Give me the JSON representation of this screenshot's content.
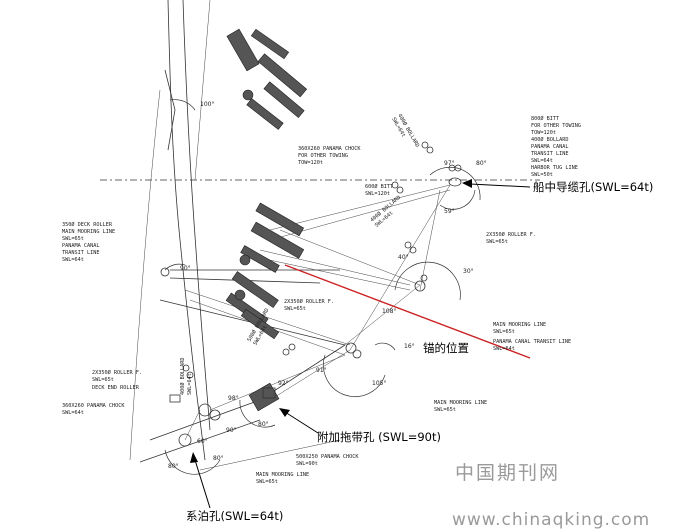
{
  "annotations_cn": {
    "center_fairlead": "船中导缆孔(SWL=64t)",
    "anchor_position": "锚的位置",
    "extra_tow_hole": "附加拖带孔 (SWL=90t)",
    "mooring_hole": "系泊孔(SWL=64t)"
  },
  "labels": {
    "bitt_800": [
      "800Ø BITT",
      "FOR OTHER TOWING",
      "TOW=120t",
      "400Ø BOLLARD",
      "PANAMA CANAL",
      "TRANSIT LINE",
      "SWL=64t",
      "HARBOR TUG LINE",
      "SWL=50t"
    ],
    "chock_360_top": [
      "360X260 PANAMA CHOCK",
      "FOR OTHER TOWING",
      "TOW=120t"
    ],
    "bitt_600": [
      "600Ø BITT",
      "SWL=120t"
    ],
    "bollard_400_top": [
      "400Ø BOLLARD",
      "SWL=64t"
    ],
    "bollard_400_mid": [
      "400Ø BOLLARD",
      "SWL=64t"
    ],
    "roller_2x350_right": [
      "2X350Ø ROLLER F.",
      "SWL=65t"
    ],
    "deck_roller": [
      "350Ø DECK ROLLER",
      "MAIN MOORING LINE",
      "SWL=65t",
      "PANAMA CANAL",
      "TRANSIT LINE",
      "SWL=64t"
    ],
    "roller_2x350_mid": [
      "2X350Ø ROLLER F.",
      "SWL=65t"
    ],
    "main_mooring_right": [
      "MAIN MOORING LINE",
      "SWL=65t",
      "PANAMA CANAL TRANSIT LINE",
      "SWL=64t"
    ],
    "bollard_500": [
      "500Ø BOLLARD",
      "SWL=64t"
    ],
    "bollard_400_low": [
      "400Ø BOLLARD",
      "SWL=64t"
    ],
    "roller_2x350_left": [
      "2X350Ø ROLLER F.",
      "SWL=65t",
      "DECK END ROLLER"
    ],
    "chock_360_left": [
      "360X260 PANAMA CHOCK",
      "SWL=64t"
    ],
    "main_mooring_bottom": [
      "MAIN MOORING LINE",
      "SWL=65t"
    ],
    "chock_500": [
      "500X250 PANAMA CHOCK",
      "SWL=90t"
    ],
    "main_mooring_lowest": [
      "MAIN MOORING LINE",
      "SWL=65t"
    ]
  },
  "angles": [
    "100°",
    "97°",
    "80°",
    "59°",
    "30°",
    "40°",
    "108°",
    "16°",
    "91°",
    "105°",
    "90°",
    "98°",
    "92°",
    "80°",
    "60°",
    "90°",
    "80°",
    "80°"
  ],
  "watermark": {
    "cn": "中国期刊网",
    "url": "www.chinaqking.com"
  },
  "colors": {
    "anchor_line": "#cc2222",
    "ink": "#222222"
  }
}
